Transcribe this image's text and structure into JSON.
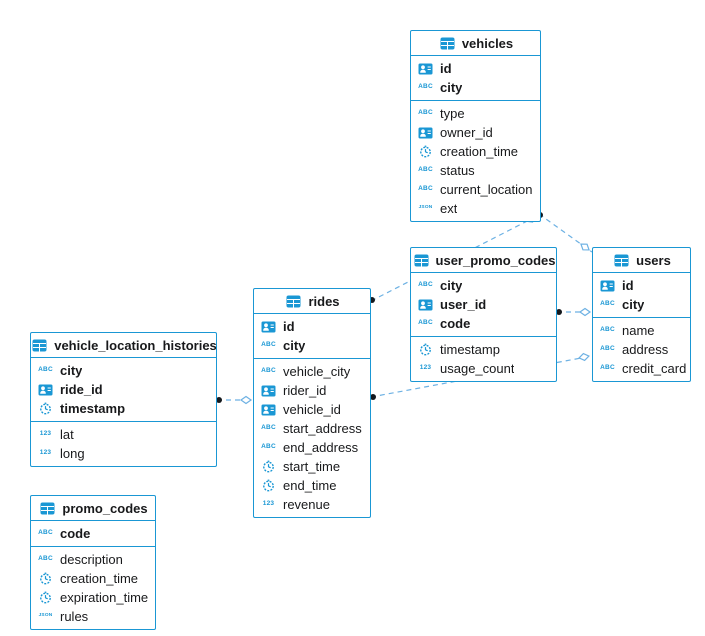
{
  "diagram": {
    "colors": {
      "accent": "#1a97d4",
      "connector": "#6db1e3",
      "connector_dot": "#15181c",
      "text": "#18191b",
      "background": "#ffffff"
    },
    "tables": [
      {
        "id": "vehicles",
        "name": "vehicles",
        "primary_fields": [
          {
            "name": "id",
            "type": "id"
          },
          {
            "name": "city",
            "type": "text"
          }
        ],
        "fields": [
          {
            "name": "type",
            "type": "text"
          },
          {
            "name": "owner_id",
            "type": "id"
          },
          {
            "name": "creation_time",
            "type": "time"
          },
          {
            "name": "status",
            "type": "text"
          },
          {
            "name": "current_location",
            "type": "text"
          },
          {
            "name": "ext",
            "type": "json"
          }
        ]
      },
      {
        "id": "user_promo_codes",
        "name": "user_promo_codes",
        "primary_fields": [
          {
            "name": "city",
            "type": "text"
          },
          {
            "name": "user_id",
            "type": "id"
          },
          {
            "name": "code",
            "type": "text"
          }
        ],
        "fields": [
          {
            "name": "timestamp",
            "type": "time"
          },
          {
            "name": "usage_count",
            "type": "number"
          }
        ]
      },
      {
        "id": "users",
        "name": "users",
        "primary_fields": [
          {
            "name": "id",
            "type": "id"
          },
          {
            "name": "city",
            "type": "text"
          }
        ],
        "fields": [
          {
            "name": "name",
            "type": "text"
          },
          {
            "name": "address",
            "type": "text"
          },
          {
            "name": "credit_card",
            "type": "text"
          }
        ]
      },
      {
        "id": "rides",
        "name": "rides",
        "primary_fields": [
          {
            "name": "id",
            "type": "id"
          },
          {
            "name": "city",
            "type": "text"
          }
        ],
        "fields": [
          {
            "name": "vehicle_city",
            "type": "text"
          },
          {
            "name": "rider_id",
            "type": "id"
          },
          {
            "name": "vehicle_id",
            "type": "id"
          },
          {
            "name": "start_address",
            "type": "text"
          },
          {
            "name": "end_address",
            "type": "text"
          },
          {
            "name": "start_time",
            "type": "time"
          },
          {
            "name": "end_time",
            "type": "time"
          },
          {
            "name": "revenue",
            "type": "number"
          }
        ]
      },
      {
        "id": "vehicle_location_histories",
        "name": "vehicle_location_histories",
        "primary_fields": [
          {
            "name": "city",
            "type": "text"
          },
          {
            "name": "ride_id",
            "type": "id"
          },
          {
            "name": "timestamp",
            "type": "time"
          }
        ],
        "fields": [
          {
            "name": "lat",
            "type": "number"
          },
          {
            "name": "long",
            "type": "number"
          }
        ]
      },
      {
        "id": "promo_codes",
        "name": "promo_codes",
        "primary_fields": [
          {
            "name": "code",
            "type": "text"
          }
        ],
        "fields": [
          {
            "name": "description",
            "type": "text"
          },
          {
            "name": "creation_time",
            "type": "time"
          },
          {
            "name": "expiration_time",
            "type": "time"
          },
          {
            "name": "rules",
            "type": "json"
          }
        ]
      }
    ],
    "relationships": [
      {
        "from": "rides",
        "to": "vehicles"
      },
      {
        "from": "vehicles",
        "to": "users"
      },
      {
        "from": "user_promo_codes",
        "to": "users"
      },
      {
        "from": "rides",
        "to": "users"
      },
      {
        "from": "vehicle_location_histories",
        "to": "rides"
      }
    ],
    "icon_types": {
      "text": "ABC",
      "number": "123",
      "json": "JSON",
      "id": "person-id-card",
      "time": "clock"
    }
  }
}
